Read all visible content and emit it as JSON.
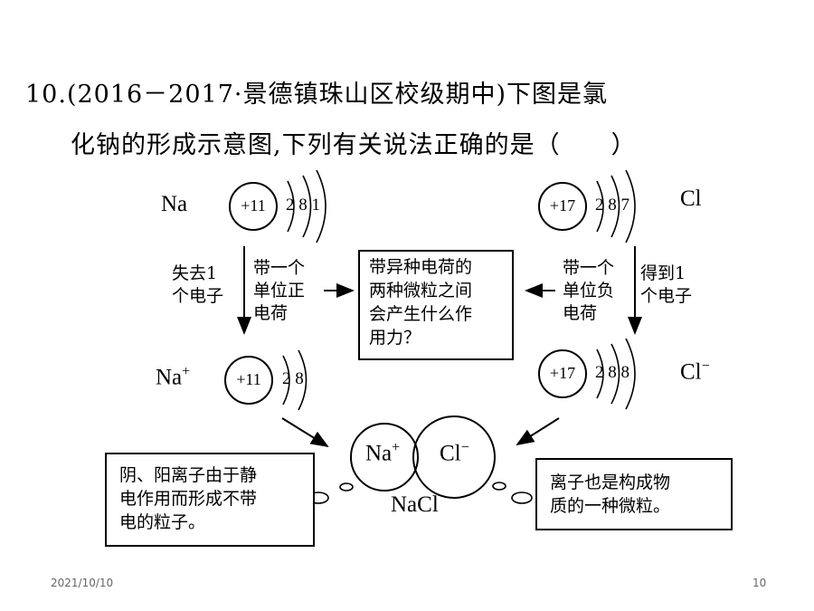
{
  "question": {
    "line1": "10.(2016－2017·景德镇珠山区校级期中)下图是氯",
    "line2": "化钠的形成示意图,下列有关说法正确的是（　　）"
  },
  "atoms": {
    "na": {
      "symbol": "Na",
      "nucleus": "+11",
      "shells": "2 8 1"
    },
    "cl": {
      "symbol": "Cl",
      "nucleus": "+17",
      "shells": "2 8 7"
    },
    "na_ion": {
      "symbol": "Na",
      "charge": "+",
      "nucleus": "+11",
      "shells": "2 8"
    },
    "cl_ion": {
      "symbol": "Cl",
      "charge": "−",
      "nucleus": "+17",
      "shells": "2 8 8"
    }
  },
  "labels": {
    "na_lose": [
      "失去1",
      "个电子"
    ],
    "na_charge": [
      "带一个",
      "单位正",
      "电荷"
    ],
    "cl_charge": [
      "带一个",
      "单位负",
      "电荷"
    ],
    "cl_gain": [
      "得到1",
      "个电子"
    ]
  },
  "boxes": {
    "center": [
      "带异种电荷的",
      "两种微粒之间",
      "会产生什么作",
      "用力？"
    ],
    "left": [
      "阴、阳离子由于静",
      "电作用而形成不带",
      "电的粒子。"
    ],
    "right": [
      "离子也是构成物",
      "质的一种微粒。"
    ]
  },
  "nacl": {
    "na_symbol": "Na",
    "na_charge": "+",
    "cl_symbol": "Cl",
    "cl_charge": "−",
    "label": "NaCl"
  },
  "footer": {
    "date": "2021/10/10",
    "page": "10"
  }
}
